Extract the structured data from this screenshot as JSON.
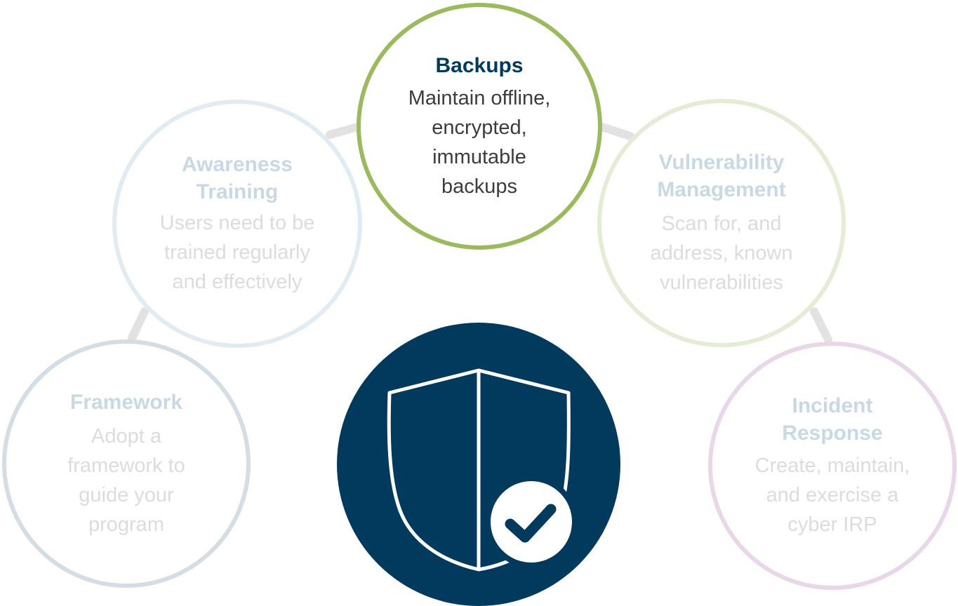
{
  "colors": {
    "backups_border": "#9bba5f",
    "awareness_border": "#e0ebf2",
    "vulnerability_border": "#e4ecd6",
    "framework_border": "#d3dde3",
    "incident_border": "#e8d6e9",
    "active_title": "#003a5d",
    "shield_background": "#023a5d",
    "connector": "#e2e2e2"
  },
  "nodes": {
    "backups": {
      "title": "Backups",
      "description": "Maintain offline,\nencrypted,\nimmutable\nbackups"
    },
    "awareness": {
      "title": "Awareness\nTraining",
      "description": "Users need to be\ntrained regularly\nand effectively"
    },
    "vulnerability": {
      "title": "Vulnerability\nManagement",
      "description": "Scan for, and\naddress, known\nvulnerabilities"
    },
    "framework": {
      "title": "Framework",
      "description": "Adopt a\nframework to\nguide your\nprogram"
    },
    "incident": {
      "title": "Incident\nResponse",
      "description": "Create, maintain,\nand exercise a\ncyber IRP"
    }
  },
  "center": {
    "icon": "shield-check-icon"
  }
}
